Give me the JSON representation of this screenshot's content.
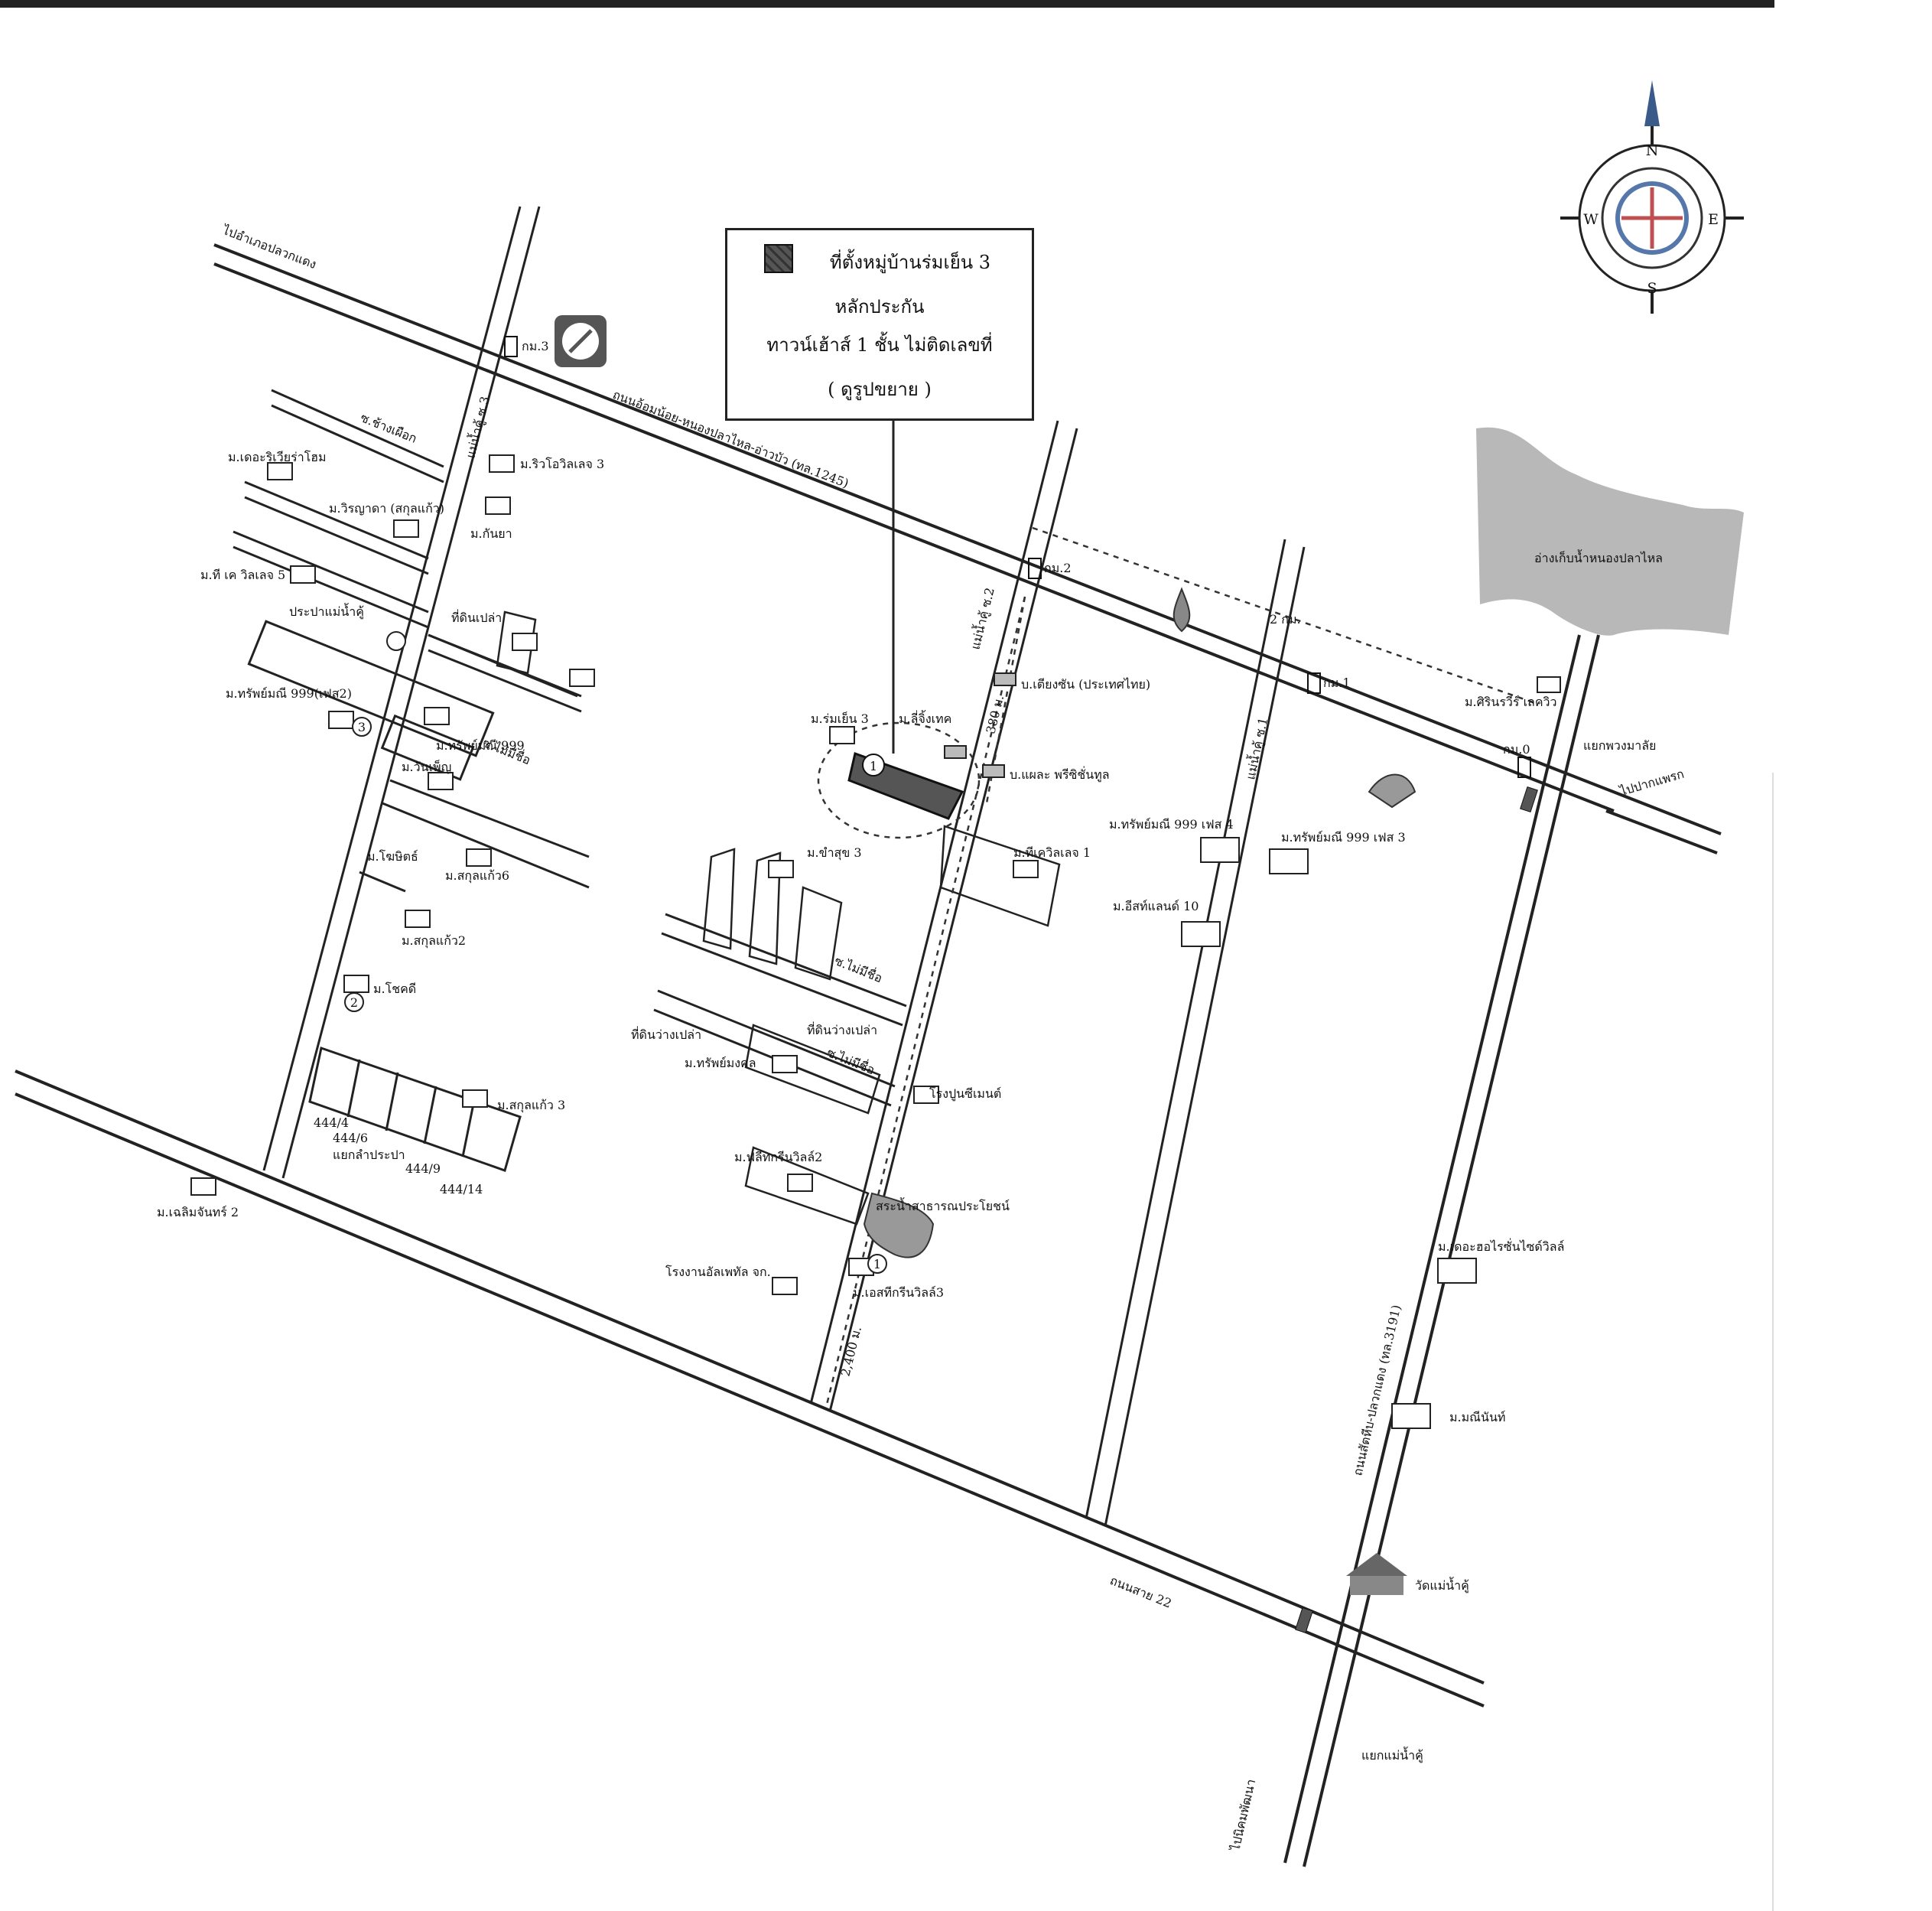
{
  "legend": {
    "line1": "ที่ตั้งหมู่บ้านร่มเย็น 3",
    "line2": "หลักประกัน",
    "line3": "ทาวน์เฮ้าส์ 1 ชั้น ไม่ติดเลขที่",
    "line4": "( ดูรูปขยาย )"
  },
  "compass": {
    "n": "N",
    "s": "S",
    "e": "E",
    "w": "W"
  },
  "roads": {
    "main_road": "ถนนอ้อมน้อย-หนองปลาไหล-อ่าวบัว (ทล.1245)",
    "highway_22": "ถนนสาย 22",
    "road_3191": "ถนนสัตหีบ-ปลวกแดง (ทล.3191)",
    "to_district": "ไปอำเภอปลวกแดง",
    "to_right": "ไปปากแพรก",
    "to_bottom": "ไปนิคมพัฒนา",
    "soi_mae_nam_khu_3": "แม่น้ำคู้ ซ.3",
    "soi_mae_nam_khu_2": "แม่น้ำคู้ ซ.2",
    "soi_mae_nam_khu_1": "แม่น้ำคู้ ซ.1",
    "soi_chang_phueak": "ซ.ช้างเผือก",
    "soi_no_name_1": "ซ.ไม่มีชื่อ",
    "soi_no_name_2": "ซ.ไม่มีชื่อ",
    "soi_no_name_3": "ซ.ไม่มีชื่อ"
  },
  "junctions": {
    "phuang_malai": "แยกพวงมาลัย",
    "mae_nam_khu": "แยกแม่น้ำคู้",
    "lam_prapa": "แยกลำประปา"
  },
  "km_markers": {
    "km3": "กม.3",
    "km2": "กม.2",
    "km1": "กม.1",
    "km0": "กม.0"
  },
  "distances": {
    "d2km": "2 กม.",
    "d380": "380 ม.",
    "d2400": "2,400 ม."
  },
  "reservoir": "อ่างเก็บน้ำหนองปลาไหล",
  "labels": {
    "the_riviera_home": "ม.เดอะริเวียร่าโฮม",
    "river_ville_3": "ม.ริวโอวิลเลจ 3",
    "wiriya": "ม.วิรญาดา (สกุลแก้ว)",
    "kanya": "ม.กันยา",
    "tk_ville_5": "ม.ที เค วิลเลจ 5",
    "water_supply": "ประปาแม่น้ำคู้",
    "vacant_land_1": "ที่ดินเปล่า",
    "sap_mani_ph2": "ม.ทรัพย์มณี 999(เฟส2)",
    "sap_mani_999": "ม.ทรัพย์มณี 999",
    "wanphen": "ม.วันเพ็ญ",
    "ngam_sin": "ม.โฆษิตธ์",
    "sakul_kaew_6": "ม.สกุลแก้ว6",
    "sakul_kaew_2": "ม.สกุลแก้ว2",
    "chokdee": "ม.โชคดี",
    "sakul_kaew_3": "ม.สกุลแก้ว 3",
    "chalerm_chan_2": "ม.เฉลิมจันทร์ 2",
    "rom_yen_3": "ม.ร่มเย็น 3",
    "lie_ching_tech": "ม.ลี่จิ้งเทค",
    "ban_diang_san": "บ.เตียงซัน (ประเทศไทย)",
    "prestige": "บ.แผละ พรีซิชั่นทูล",
    "tk_ville_1": "ม.ทีเควิลเลจ 1",
    "khamsuk_3": "ม.ขำสุข 3",
    "vacant_land_2": "ที่ดินว่างเปล่า",
    "vacant_land_3": "ที่ดินว่างเปล่า",
    "sap_mongkhon": "ม.ทรัพย์มงคล",
    "cement_factory": "โรงปูนซีเมนต์",
    "green_ville_2": "ม.ฟลีทกรีนวิลล์2",
    "public_pond": "สระน้ำสาธารณประโยชน์",
    "factory_alloy": "โรงงานอัลเพทัล จก.",
    "green_ville_3": "ม.เอสทีกรีนวิลล์3",
    "sap_mani_ph4": "ม.ทรัพย์มณี 999 เฟส 4",
    "sap_mani_ph3": "ม.ทรัพย์มณี 999 เฟส 3",
    "east_land_10": "ม.อีสท์แลนด์ 10",
    "sirin_ville": "ม.ศิรินรวีร์ เลควิว",
    "the_horizon": "ม.เดอะฮอไรซั่นไซด์วิลล์",
    "maninan": "ม.มณีนันท์",
    "wat": "วัดแม่น้ำคู้",
    "lot_444_4": "444/4",
    "lot_444_6": "444/6",
    "lot_444_9": "444/9",
    "lot_444_14": "444/14"
  },
  "colors": {
    "ink": "#111111",
    "swatch": "#444444",
    "reservoir": "#b8b8b8",
    "compass_blue": "#5577aa",
    "compass_red": "#c05050"
  }
}
